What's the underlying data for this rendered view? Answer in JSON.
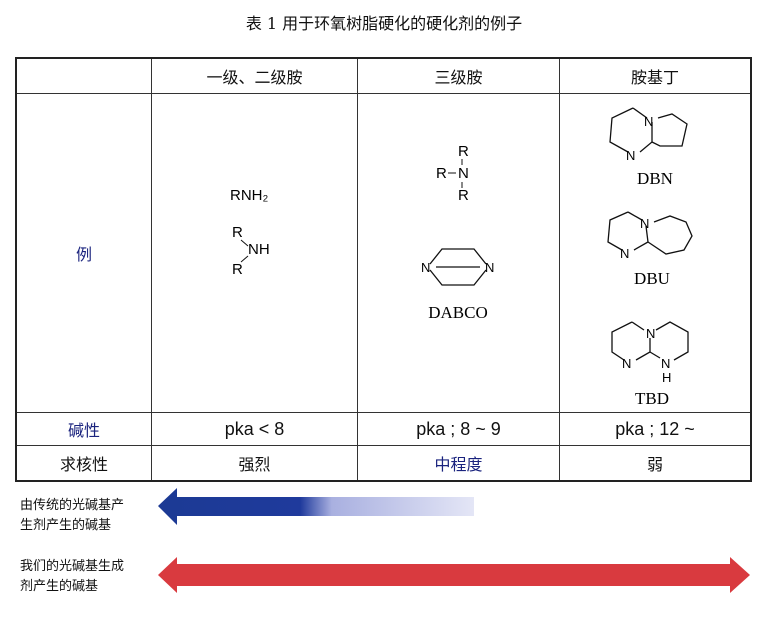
{
  "title": "表 1 用于环氧树脂硬化的硬化剂的例子",
  "table": {
    "headers": [
      "",
      "一级、二级胺",
      "三级胺",
      "胺基丁"
    ],
    "rows": [
      {
        "label": "例",
        "primary": [
          "RNH₂",
          "R",
          "NH",
          "R"
        ],
        "tertiary": [
          "R",
          "R",
          "N",
          "R",
          "N",
          "N",
          "DABCO"
        ],
        "amidine": [
          "N",
          "N",
          "DBN",
          "N",
          "N",
          "DBU",
          "N",
          "N",
          "N",
          "H",
          "TBD"
        ]
      },
      {
        "label": "碱性",
        "cells": [
          "pka < 8",
          "pka ; 8 ~ 9",
          "pka ; 12 ~"
        ]
      },
      {
        "label": "求核性",
        "cells": [
          "强烈",
          "中程度",
          "弱"
        ]
      }
    ]
  },
  "arrows": [
    {
      "label_line1": "由传统的光碱基产",
      "label_line2": "生剂产生的碱基",
      "color": "#1c3a94"
    },
    {
      "label_line1": "我们的光碱基生成",
      "label_line2": "剂产生的碱基",
      "color": "#d93a3f"
    }
  ]
}
